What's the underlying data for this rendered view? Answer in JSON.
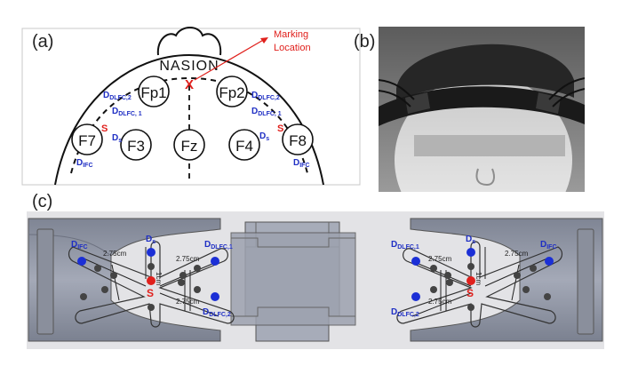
{
  "panel_labels": {
    "a": "(a)",
    "b": "(b)",
    "c": "(c)"
  },
  "head_diagram": {
    "nasion": "NASION",
    "marker": "X",
    "marking_location": [
      "Marking",
      "Location"
    ],
    "electrodes": {
      "fp1": "Fp1",
      "fp2": "Fp2",
      "f7": "F7",
      "f3": "F3",
      "fz": "Fz",
      "f4": "F4",
      "f8": "F8"
    },
    "source_s": "S",
    "distances": {
      "d_dlfc2": {
        "base": "D",
        "sub": "DLFC,2"
      },
      "d_dlfc1": {
        "base": "D",
        "sub": "DLFC, 1"
      },
      "d_s": {
        "base": "D",
        "sub": "s"
      },
      "d_ifc": {
        "base": "D",
        "sub": "IFC"
      }
    }
  },
  "headband_diagram": {
    "left_pad": {
      "d_ifc": {
        "base": "D",
        "sub": "IFC"
      },
      "d_s": {
        "base": "D",
        "sub": "s"
      },
      "d_dlfc1": {
        "base": "D",
        "sub": "DLFC,1"
      },
      "d_dlfc2": {
        "base": "D",
        "sub": "DLFC,2"
      },
      "dim_left": "2.75cm",
      "dim_right_top": "2.75cm",
      "dim_right_bottom": "2.75cm",
      "dim_vertical": "1cm",
      "source": "S"
    },
    "right_pad": {
      "d_dlfc1": {
        "base": "D",
        "sub": "DLFC,1"
      },
      "d_dlfc2": {
        "base": "D",
        "sub": "DLFC,2"
      },
      "d_s": {
        "base": "D",
        "sub": "s"
      },
      "d_ifc": {
        "base": "D",
        "sub": "IFC"
      },
      "dim_left_top": "2.75cm",
      "dim_left_bottom": "2.75cm",
      "dim_right": "2.75cm",
      "dim_vertical": "1cm",
      "source": "S"
    }
  },
  "colors": {
    "detector": "#1b2fd6",
    "source": "#e0201c",
    "label_blue": "#1f2fc4",
    "pad_fill": "#8f95a6"
  }
}
